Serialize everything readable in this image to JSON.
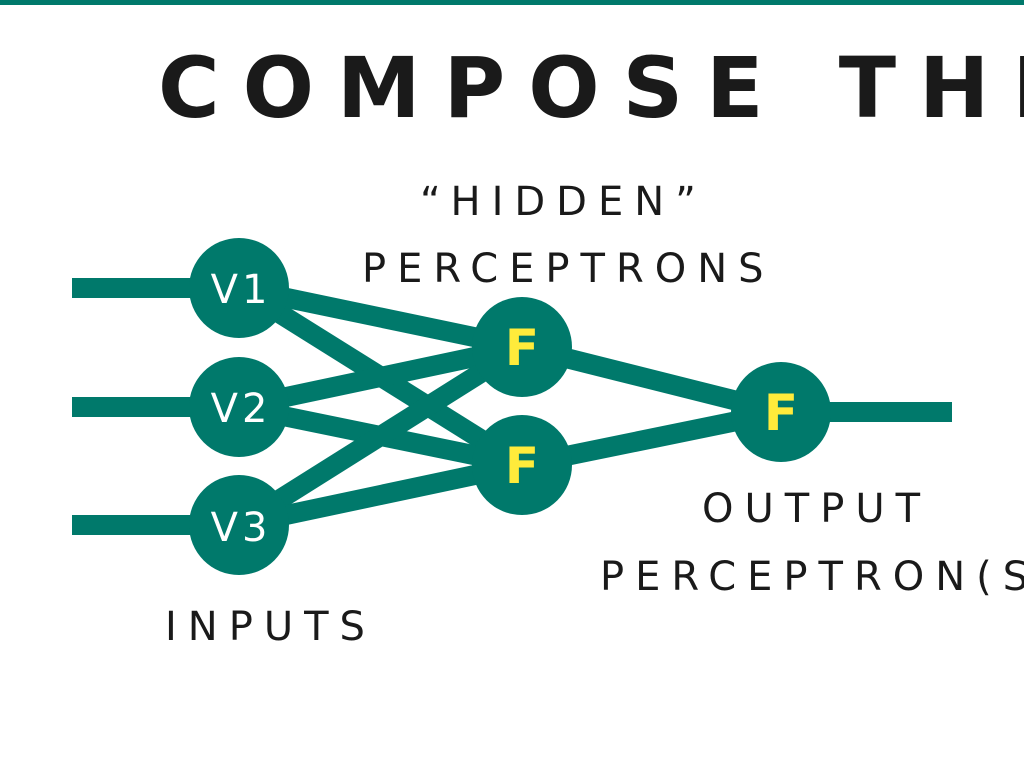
{
  "title": "COMPOSE THEM",
  "labels": {
    "hidden_line1": "“HIDDEN”",
    "hidden_line2": "PERCEPTRONS",
    "inputs": "INPUTS",
    "output_line1": "OUTPUT",
    "output_line2": "PERCEPTRON(S)"
  },
  "nodes": {
    "inputs": [
      "V1",
      "V2",
      "V3"
    ],
    "hidden": [
      "F",
      "F"
    ],
    "output": [
      "F"
    ]
  },
  "colors": {
    "accent": "#00796b",
    "node_text_input": "#ffffff",
    "node_text_function": "#ffeb3b",
    "text": "#1a1a1a",
    "background": "#ffffff"
  }
}
